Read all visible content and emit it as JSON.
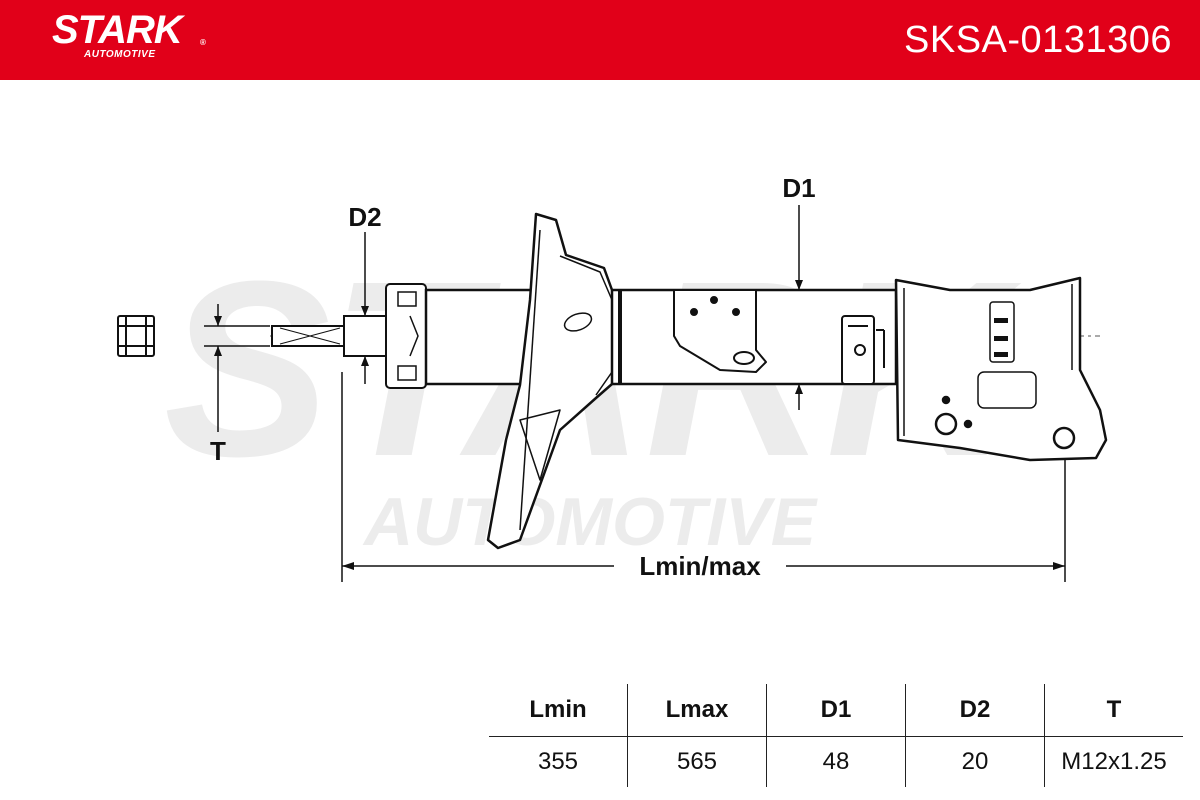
{
  "header": {
    "brand": "STARK",
    "brand_sub": "AUTOMOTIVE",
    "registered_mark": "®",
    "part_number": "SKSA-0131306",
    "color": "#e10019"
  },
  "drawing": {
    "watermark_main": "STARK",
    "watermark_sub": "AUTOMOTIVE",
    "label_d1": "D1",
    "label_d2": "D2",
    "label_t": "T",
    "label_length": "Lmin/max"
  },
  "specs": {
    "headers": [
      "Lmin",
      "Lmax",
      "D1",
      "D2",
      "T"
    ],
    "values": [
      "355",
      "565",
      "48",
      "20",
      "M12x1.25"
    ]
  }
}
